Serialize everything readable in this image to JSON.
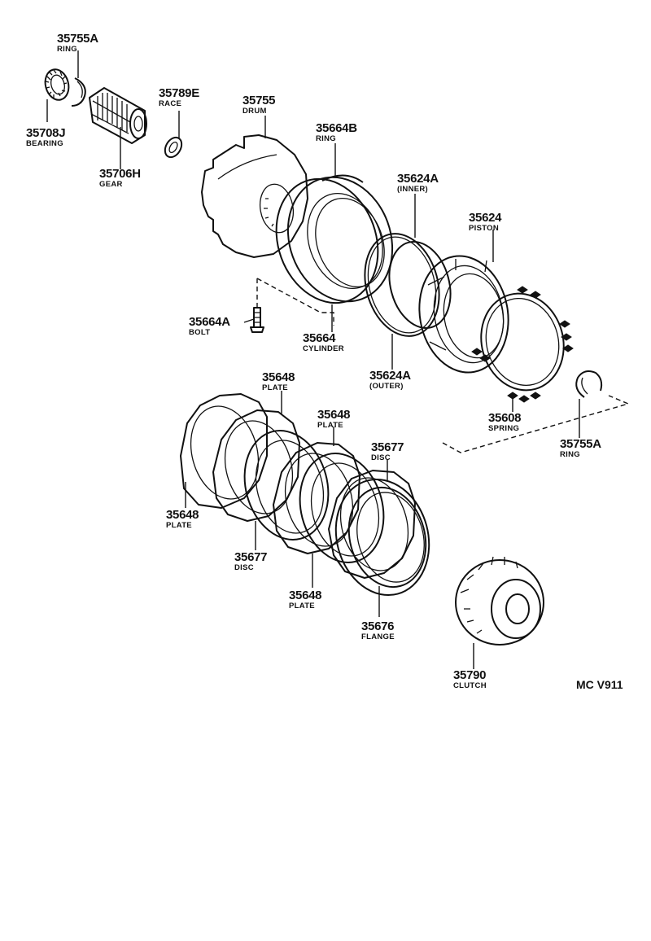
{
  "parts": [
    {
      "number": "35755A",
      "name": "RING"
    },
    {
      "number": "35708J",
      "name": "BEARING"
    },
    {
      "number": "35706H",
      "name": "GEAR"
    },
    {
      "number": "35789E",
      "name": "RACE"
    },
    {
      "number": "35755",
      "name": "DRUM"
    },
    {
      "number": "35664B",
      "name": "RING"
    },
    {
      "number": "35624A",
      "name": "(INNER)"
    },
    {
      "number": "35624",
      "name": "PISTON"
    },
    {
      "number": "35664A",
      "name": "BOLT"
    },
    {
      "number": "35664",
      "name": "CYLINDER"
    },
    {
      "number": "35624A",
      "name": "(OUTER)"
    },
    {
      "number": "35608",
      "name": "SPRING"
    },
    {
      "number": "35755A",
      "name": "RING"
    },
    {
      "number": "35648",
      "name": "PLATE"
    },
    {
      "number": "35648",
      "name": "PLATE"
    },
    {
      "number": "35677",
      "name": "DISC"
    },
    {
      "number": "35648",
      "name": "PLATE"
    },
    {
      "number": "35677",
      "name": "DISC"
    },
    {
      "number": "35648",
      "name": "PLATE"
    },
    {
      "number": "35676",
      "name": "FLANGE"
    },
    {
      "number": "35790",
      "name": "CLUTCH"
    }
  ],
  "diagram_code": "MC V911"
}
